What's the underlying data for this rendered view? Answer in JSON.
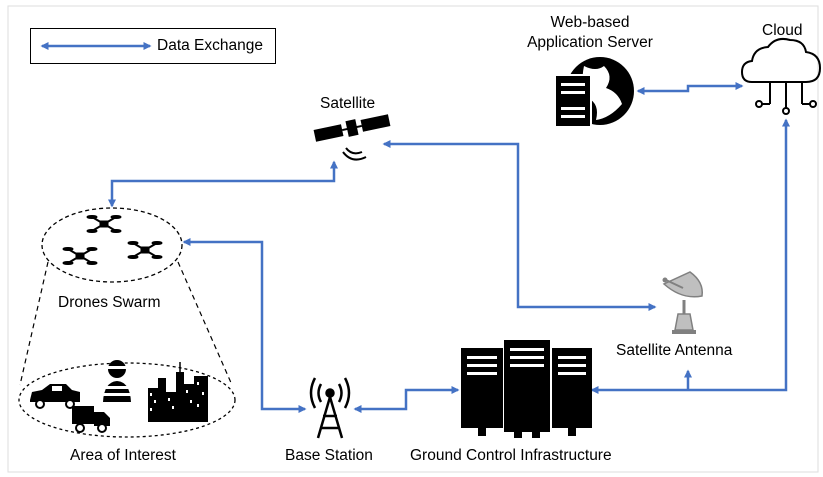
{
  "legend": {
    "label": "Data Exchange"
  },
  "nodes": {
    "web_server": {
      "label_line1": "Web-based",
      "label_line2": "Application Server",
      "icon": "server-globe-icon"
    },
    "cloud": {
      "label": "Cloud",
      "icon": "cloud-icon"
    },
    "satellite": {
      "label": "Satellite",
      "icon": "satellite-icon"
    },
    "drones_swarm": {
      "label": "Drones Swarm",
      "icon": "drone-icon"
    },
    "satellite_antenna": {
      "label": "Satellite Antenna",
      "icon": "satellite-dish-icon"
    },
    "area_of_interest": {
      "label": "Area of Interest",
      "icon": "city-icon"
    },
    "base_station": {
      "label": "Base Station",
      "icon": "antenna-tower-icon"
    },
    "ground_control": {
      "label": "Ground Control Infrastructure",
      "icon": "server-rack-icon"
    }
  },
  "colors": {
    "arrow": "#4472c4",
    "icon": "#000000"
  }
}
